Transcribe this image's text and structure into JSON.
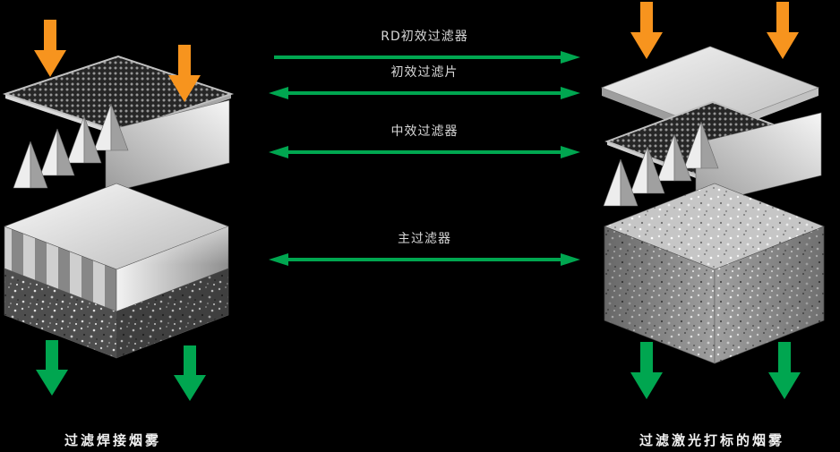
{
  "colors": {
    "background": "#000000",
    "arrow_green": "#00A650",
    "arrow_orange": "#F7941E",
    "label_text": "#D8D8D8"
  },
  "middle": {
    "rows": [
      {
        "label": "RD初效过滤器",
        "arrow": "right"
      },
      {
        "label": "初效过滤片",
        "arrow": "both"
      },
      {
        "label": "中效过滤器",
        "arrow": "both"
      },
      {
        "label": "主过滤器",
        "arrow": "both"
      }
    ]
  },
  "stacks": {
    "left": {
      "caption": "过滤焊接烟雾"
    },
    "right": {
      "caption": "过滤激光打标的烟雾"
    }
  }
}
